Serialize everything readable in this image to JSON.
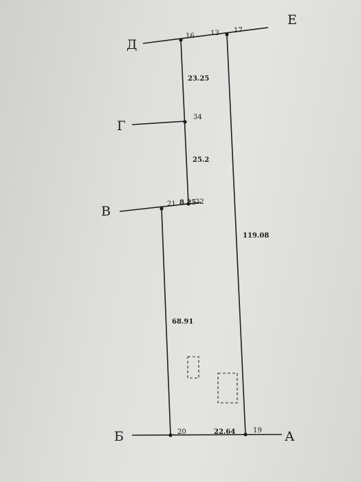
{
  "letters": {
    "d": "Д",
    "e": "Е",
    "g": "Г",
    "v": "В",
    "b": "Б",
    "a": "А"
  },
  "points": {
    "p16": "16",
    "p13": "13",
    "p17": "17",
    "p34": "34",
    "p21": "21",
    "p22": "22",
    "p20": "20",
    "p19": "19"
  },
  "dimensions": {
    "d1": "23.25",
    "d2": "25.2",
    "d3": "8.25",
    "d4": "119.08",
    "d5": "68.91",
    "d6": "22.64"
  }
}
